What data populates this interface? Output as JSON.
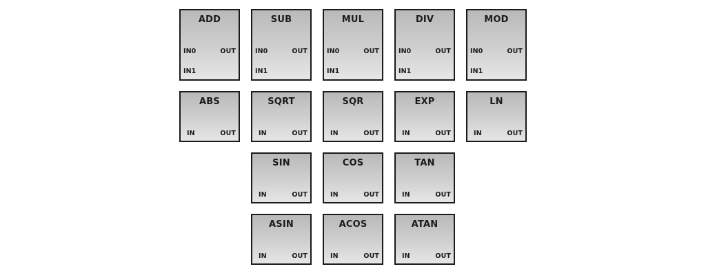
{
  "blocks": {
    "add": {
      "title": "ADD",
      "in0": "IN0",
      "in1": "IN1",
      "out": "OUT"
    },
    "sub": {
      "title": "SUB",
      "in0": "IN0",
      "in1": "IN1",
      "out": "OUT"
    },
    "mul": {
      "title": "MUL",
      "in0": "IN0",
      "in1": "IN1",
      "out": "OUT"
    },
    "div": {
      "title": "DIV",
      "in0": "IN0",
      "in1": "IN1",
      "out": "OUT"
    },
    "mod": {
      "title": "MOD",
      "in0": "IN0",
      "in1": "IN1",
      "out": "OUT"
    },
    "abs": {
      "title": "ABS",
      "in": "IN",
      "out": "OUT"
    },
    "sqrt": {
      "title": "SQRT",
      "in": "IN",
      "out": "OUT"
    },
    "sqr": {
      "title": "SQR",
      "in": "IN",
      "out": "OUT"
    },
    "exp": {
      "title": "EXP",
      "in": "IN",
      "out": "OUT"
    },
    "ln": {
      "title": "LN",
      "in": "IN",
      "out": "OUT"
    },
    "sin": {
      "title": "SIN",
      "in": "IN",
      "out": "OUT"
    },
    "cos": {
      "title": "COS",
      "in": "IN",
      "out": "OUT"
    },
    "tan": {
      "title": "TAN",
      "in": "IN",
      "out": "OUT"
    },
    "asin": {
      "title": "ASIN",
      "in": "IN",
      "out": "OUT"
    },
    "acos": {
      "title": "ACOS",
      "in": "IN",
      "out": "OUT"
    },
    "atan": {
      "title": "ATAN",
      "in": "IN",
      "out": "OUT"
    }
  },
  "colors": {
    "border": "#1a1a1a",
    "fill_top": "#b9b9b9",
    "fill_bottom": "#e6e6e6",
    "text": "#1b1b1b"
  }
}
